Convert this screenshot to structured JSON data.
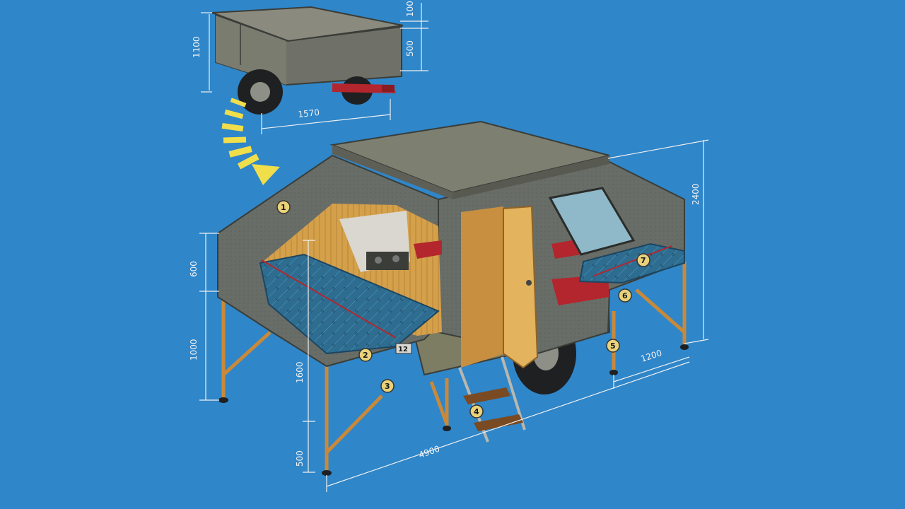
{
  "colors": {
    "background": "#2f86c9",
    "body_gray": "#6b6f69",
    "roof_olive": "#7d7f70",
    "mattress_blue": "#2f6f93",
    "accent_red": "#b3262d",
    "wood": "#d7a24d",
    "arrow_yellow": "#f1de4b",
    "dimension_white": "#f3f3f3"
  },
  "dimensions": {
    "closed_height": "1100",
    "top_offset": "100",
    "side_height": "500",
    "closed_length": "1570",
    "total_height": "2400",
    "base_height": "600",
    "leg_height": "1000",
    "interior_height": "1600",
    "ground_clearance": "500",
    "total_length": "4900",
    "side_width": "1200"
  },
  "callouts": [
    {
      "id": "1",
      "label": "1"
    },
    {
      "id": "2",
      "label": "2"
    },
    {
      "id": "3",
      "label": "3"
    },
    {
      "id": "4",
      "label": "4"
    },
    {
      "id": "5",
      "label": "5"
    },
    {
      "id": "6",
      "label": "6"
    },
    {
      "id": "7",
      "label": "7"
    }
  ],
  "plate": {
    "label": "12"
  }
}
